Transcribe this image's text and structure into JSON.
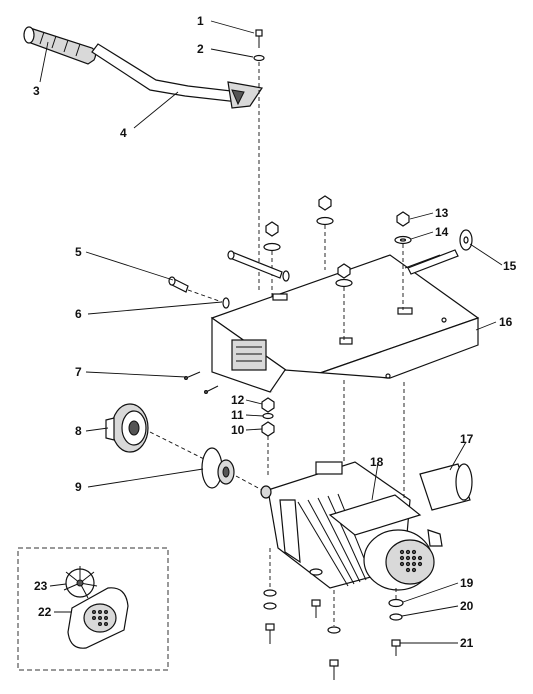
{
  "callouts": [
    {
      "n": "1"
    },
    {
      "n": "2"
    },
    {
      "n": "3"
    },
    {
      "n": "4"
    },
    {
      "n": "5"
    },
    {
      "n": "6"
    },
    {
      "n": "7"
    },
    {
      "n": "8"
    },
    {
      "n": "9"
    },
    {
      "n": "10"
    },
    {
      "n": "11"
    },
    {
      "n": "12"
    },
    {
      "n": "13"
    },
    {
      "n": "14"
    },
    {
      "n": "15"
    },
    {
      "n": "16"
    },
    {
      "n": "17"
    },
    {
      "n": "18"
    },
    {
      "n": "19"
    },
    {
      "n": "20"
    },
    {
      "n": "21"
    },
    {
      "n": "22"
    },
    {
      "n": "23"
    }
  ]
}
